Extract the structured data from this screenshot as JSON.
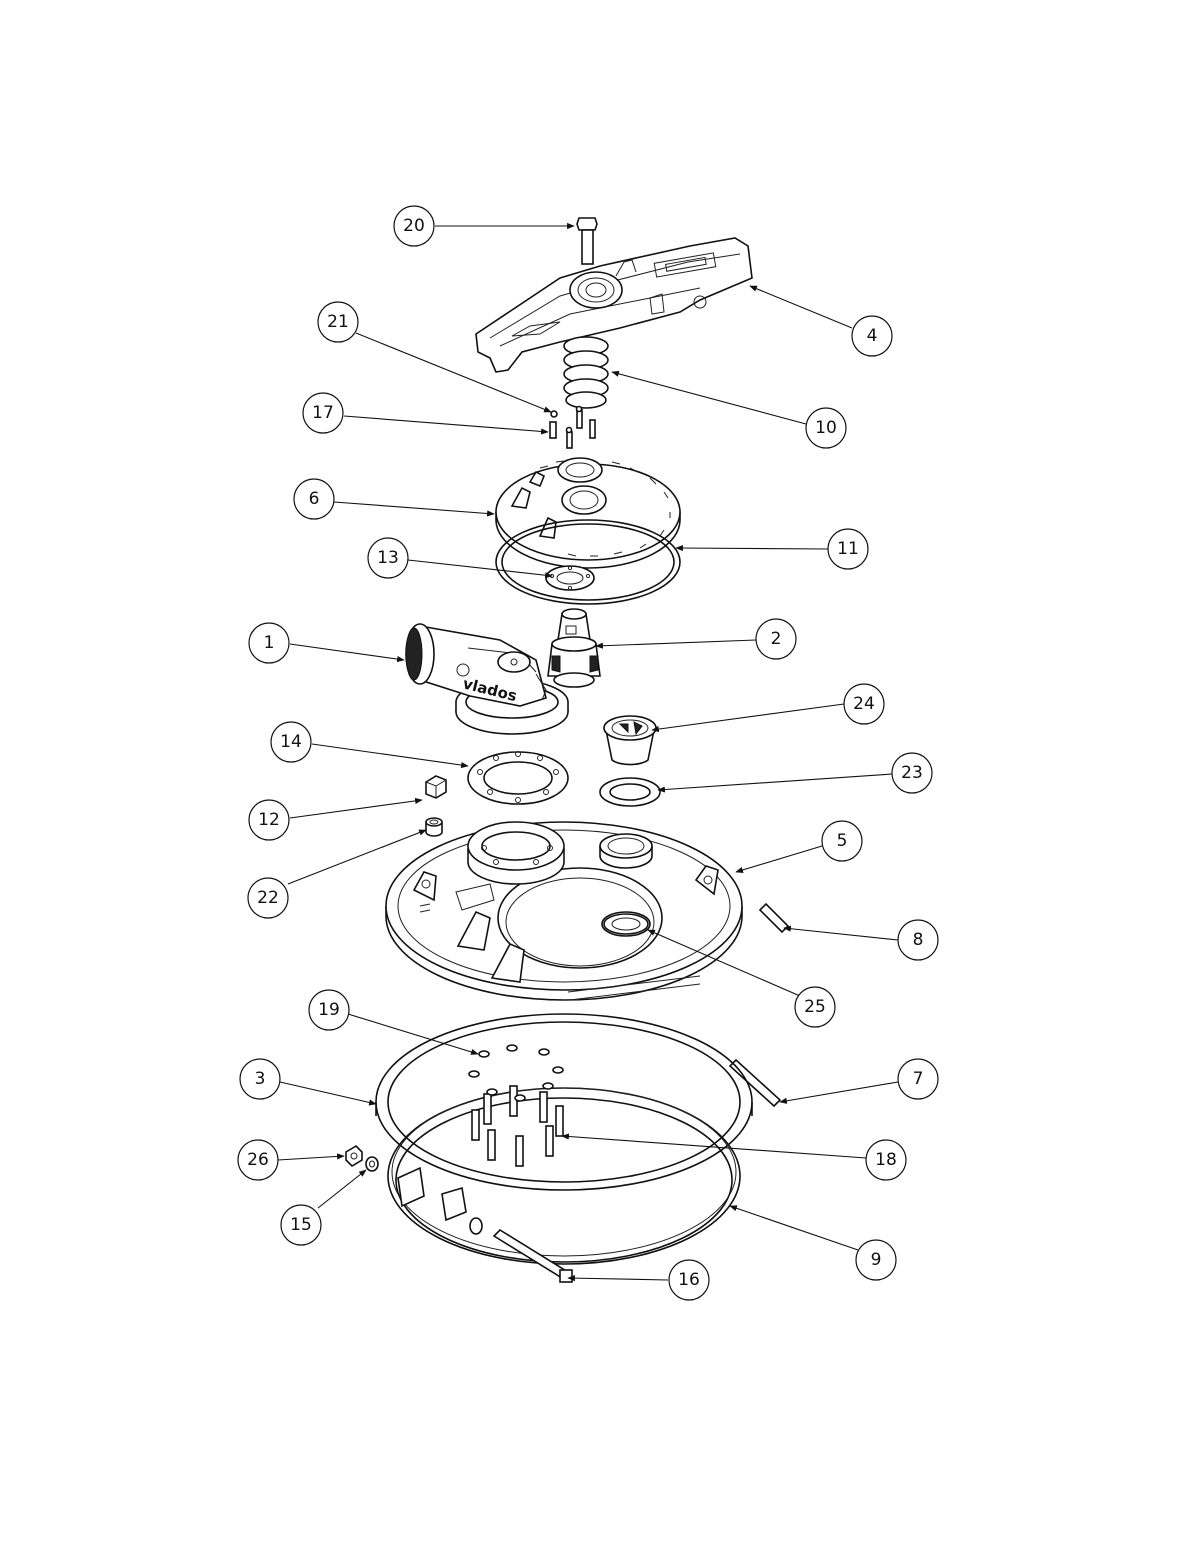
{
  "brand_logo": "vlados",
  "callouts": [
    {
      "id": "1",
      "label": "1"
    },
    {
      "id": "2",
      "label": "2"
    },
    {
      "id": "3",
      "label": "3"
    },
    {
      "id": "4",
      "label": "4"
    },
    {
      "id": "5",
      "label": "5"
    },
    {
      "id": "6",
      "label": "6"
    },
    {
      "id": "7",
      "label": "7"
    },
    {
      "id": "8",
      "label": "8"
    },
    {
      "id": "9",
      "label": "9"
    },
    {
      "id": "10",
      "label": "10"
    },
    {
      "id": "11",
      "label": "11"
    },
    {
      "id": "12",
      "label": "12"
    },
    {
      "id": "13",
      "label": "13"
    },
    {
      "id": "14",
      "label": "14"
    },
    {
      "id": "15",
      "label": "15"
    },
    {
      "id": "16",
      "label": "16"
    },
    {
      "id": "17",
      "label": "17"
    },
    {
      "id": "18",
      "label": "18"
    },
    {
      "id": "19",
      "label": "19"
    },
    {
      "id": "20",
      "label": "20"
    },
    {
      "id": "21",
      "label": "21"
    },
    {
      "id": "22",
      "label": "22"
    },
    {
      "id": "23",
      "label": "23"
    },
    {
      "id": "24",
      "label": "24"
    },
    {
      "id": "25",
      "label": "25"
    },
    {
      "id": "26",
      "label": "26"
    }
  ],
  "colors": {
    "line": "#111111",
    "background": "#ffffff"
  }
}
